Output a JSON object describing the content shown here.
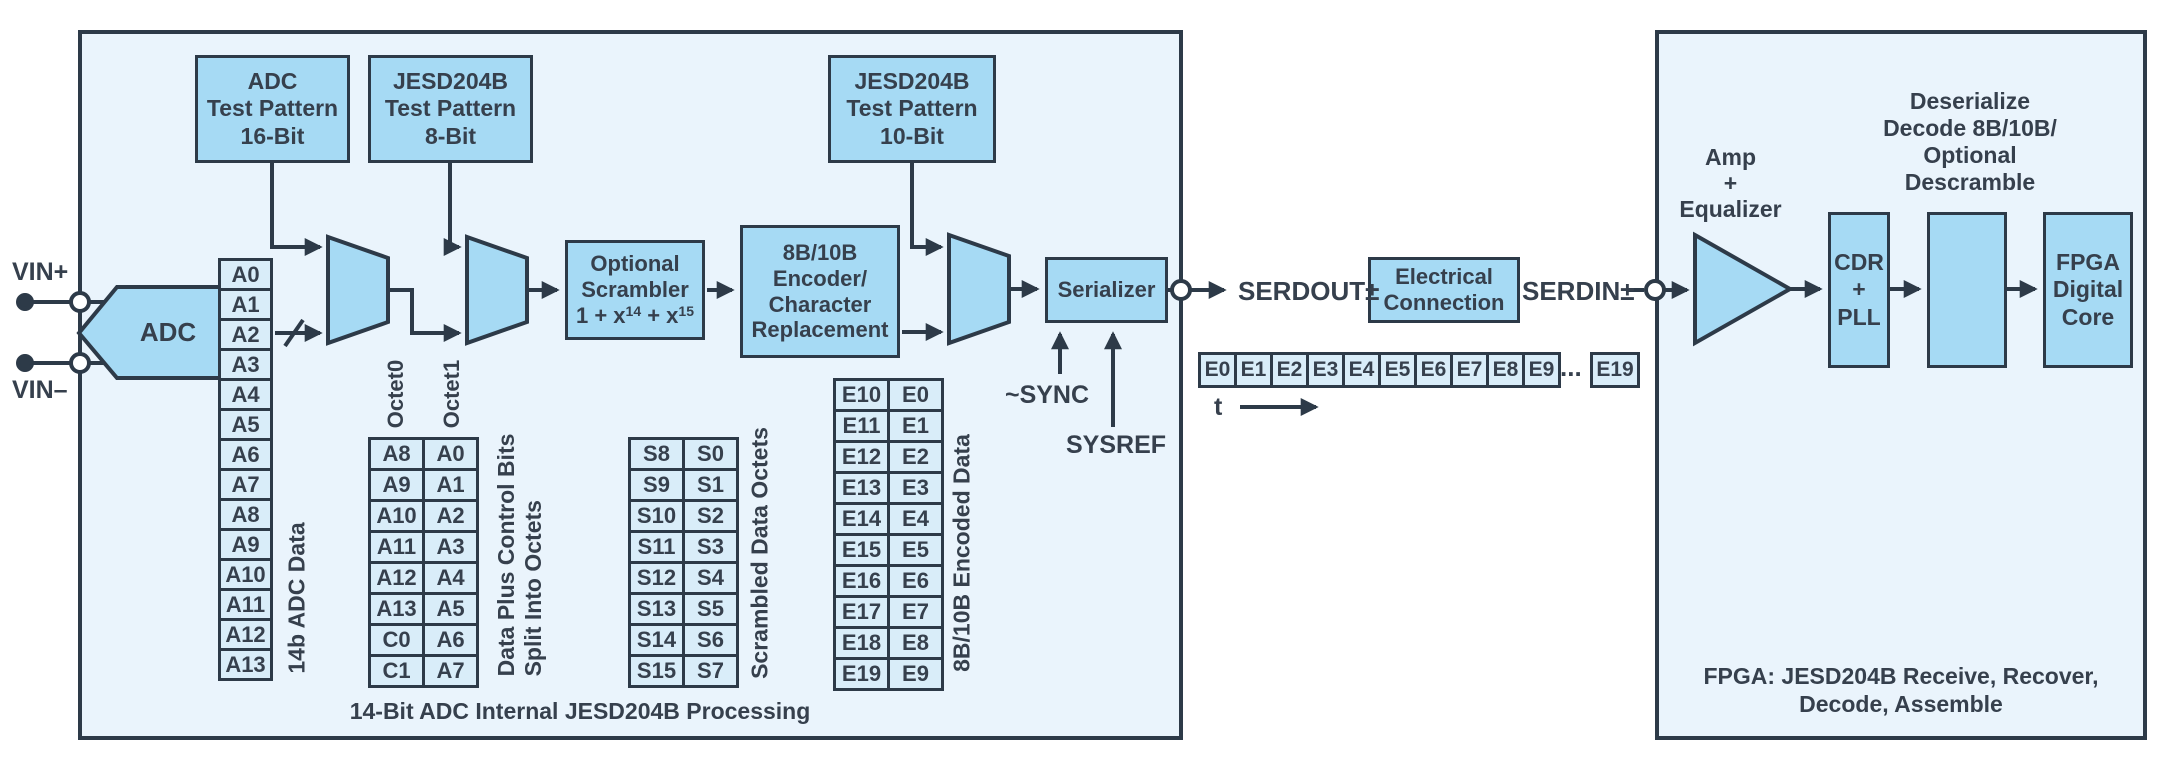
{
  "left_panel": {
    "caption": "14-Bit ADC Internal JESD204B Processing",
    "vin_plus": "VIN+",
    "vin_minus": "VIN–",
    "adc": "ADC",
    "adc_col": [
      "A0",
      "A1",
      "A2",
      "A3",
      "A4",
      "A5",
      "A6",
      "A7",
      "A8",
      "A9",
      "A10",
      "A11",
      "A12",
      "A13"
    ],
    "adc_col_label": "14b ADC Data",
    "tp16": [
      "ADC",
      "Test Pattern",
      "16-Bit"
    ],
    "tp8": [
      "JESD204B",
      "Test Pattern",
      "8-Bit"
    ],
    "tp10": [
      "JESD204B",
      "Test Pattern",
      "10-Bit"
    ],
    "scrambler": {
      "l1": "Optional",
      "l2": "Scrambler",
      "b1": "1 + x",
      "s1": "14",
      "b2": " + x",
      "s2": "15"
    },
    "encoder": [
      "8B/10B",
      "Encoder/",
      "Character",
      "Replacement"
    ],
    "serializer": "Serializer",
    "sync": "~SYNC",
    "sysref": "SYSREF",
    "octet_headers": [
      "Octet0",
      "Octet1"
    ],
    "octet_rows": [
      [
        "A8",
        "A0"
      ],
      [
        "A9",
        "A1"
      ],
      [
        "A10",
        "A2"
      ],
      [
        "A11",
        "A3"
      ],
      [
        "A12",
        "A4"
      ],
      [
        "A13",
        "A5"
      ],
      [
        "C0",
        "A6"
      ],
      [
        "C1",
        "A7"
      ]
    ],
    "octet_label1": "Data Plus Control Bits",
    "octet_label2": "Split Into Octets",
    "s_rows": [
      [
        "S8",
        "S0"
      ],
      [
        "S9",
        "S1"
      ],
      [
        "S10",
        "S2"
      ],
      [
        "S11",
        "S3"
      ],
      [
        "S12",
        "S4"
      ],
      [
        "S13",
        "S5"
      ],
      [
        "S14",
        "S6"
      ],
      [
        "S15",
        "S7"
      ]
    ],
    "s_label": "Scrambled Data Octets",
    "e_rows": [
      [
        "E10",
        "E0"
      ],
      [
        "E11",
        "E1"
      ],
      [
        "E12",
        "E2"
      ],
      [
        "E13",
        "E3"
      ],
      [
        "E14",
        "E4"
      ],
      [
        "E15",
        "E5"
      ],
      [
        "E16",
        "E6"
      ],
      [
        "E17",
        "E7"
      ],
      [
        "E18",
        "E8"
      ],
      [
        "E19",
        "E9"
      ]
    ],
    "e_label": "8B/10B Encoded Data"
  },
  "link": {
    "serdout": "SERDOUT±",
    "electrical": [
      "Electrical",
      "Connection"
    ],
    "serdin": "SERDIN±",
    "stream": [
      "E0",
      "E1",
      "E2",
      "E3",
      "E4",
      "E5",
      "E6",
      "E7",
      "E8",
      "E9"
    ],
    "ellipsis": "...",
    "stream_last": "E19",
    "t": "t"
  },
  "fpga_panel": {
    "amp": [
      "Amp",
      "+",
      "Equalizer"
    ],
    "deserialize": [
      "Deserialize",
      "Decode 8B/10B/",
      "Optional",
      "Descramble"
    ],
    "cdr": [
      "CDR",
      "+",
      "PLL"
    ],
    "core": [
      "FPGA",
      "Digital",
      "Core"
    ],
    "caption": [
      "FPGA: JESD204B Receive, Recover,",
      "Decode, Assemble"
    ]
  },
  "colors": {
    "panel_fill": "#eaf4fc",
    "box_fill": "#a6daf4",
    "cell_fill": "#d9edf9",
    "line": "#2d3a48",
    "text": "#36404d"
  }
}
